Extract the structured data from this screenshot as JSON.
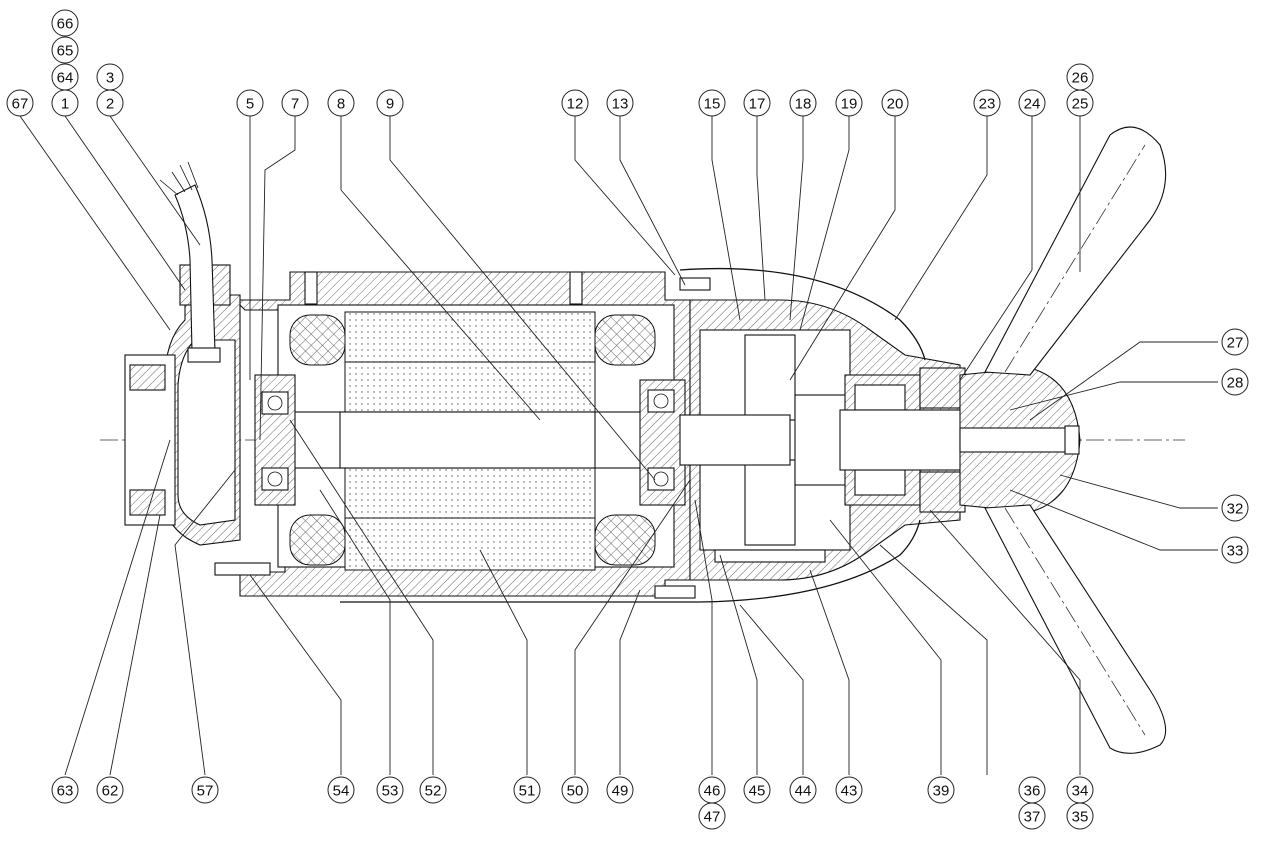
{
  "drawing": {
    "callouts": {
      "top": [
        {
          "id": "c67",
          "label": "67"
        },
        {
          "id": "c1",
          "label": "1"
        },
        {
          "id": "c64",
          "label": "64"
        },
        {
          "id": "c65",
          "label": "65"
        },
        {
          "id": "c66",
          "label": "66"
        },
        {
          "id": "c2",
          "label": "2"
        },
        {
          "id": "c3",
          "label": "3"
        },
        {
          "id": "c5",
          "label": "5"
        },
        {
          "id": "c7",
          "label": "7"
        },
        {
          "id": "c8",
          "label": "8"
        },
        {
          "id": "c9",
          "label": "9"
        },
        {
          "id": "c12",
          "label": "12"
        },
        {
          "id": "c13",
          "label": "13"
        },
        {
          "id": "c15",
          "label": "15"
        },
        {
          "id": "c17",
          "label": "17"
        },
        {
          "id": "c18",
          "label": "18"
        },
        {
          "id": "c19",
          "label": "19"
        },
        {
          "id": "c20",
          "label": "20"
        },
        {
          "id": "c23",
          "label": "23"
        },
        {
          "id": "c24",
          "label": "24"
        },
        {
          "id": "c25",
          "label": "25"
        },
        {
          "id": "c26",
          "label": "26"
        }
      ],
      "right": [
        {
          "id": "c27",
          "label": "27"
        },
        {
          "id": "c28",
          "label": "28"
        },
        {
          "id": "c32",
          "label": "32"
        },
        {
          "id": "c33",
          "label": "33"
        }
      ],
      "bottom": [
        {
          "id": "c63",
          "label": "63"
        },
        {
          "id": "c62",
          "label": "62"
        },
        {
          "id": "c57",
          "label": "57"
        },
        {
          "id": "c54",
          "label": "54"
        },
        {
          "id": "c53",
          "label": "53"
        },
        {
          "id": "c52",
          "label": "52"
        },
        {
          "id": "c51",
          "label": "51"
        },
        {
          "id": "c50",
          "label": "50"
        },
        {
          "id": "c49",
          "label": "49"
        },
        {
          "id": "c46",
          "label": "46"
        },
        {
          "id": "c47",
          "label": "47"
        },
        {
          "id": "c45",
          "label": "45"
        },
        {
          "id": "c44",
          "label": "44"
        },
        {
          "id": "c43",
          "label": "43"
        },
        {
          "id": "c39",
          "label": "39"
        },
        {
          "id": "c36",
          "label": "36"
        },
        {
          "id": "c37",
          "label": "37"
        },
        {
          "id": "c34",
          "label": "34"
        },
        {
          "id": "c35",
          "label": "35"
        }
      ]
    }
  }
}
